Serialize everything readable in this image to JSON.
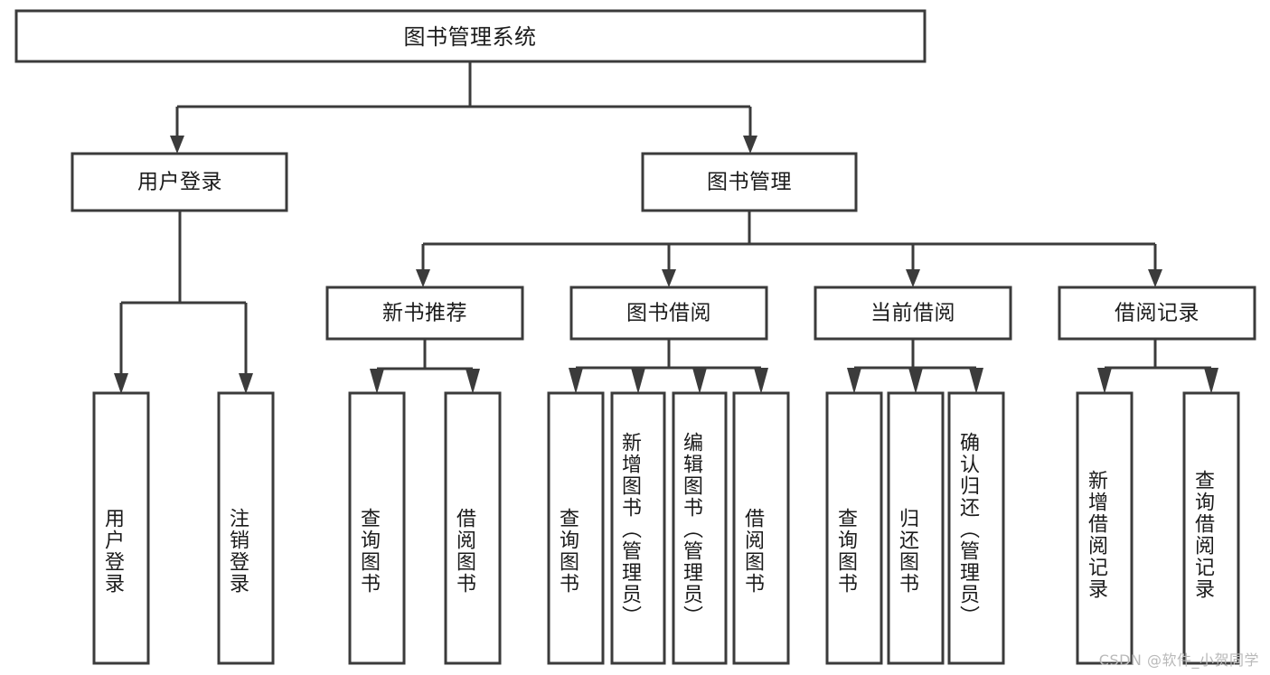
{
  "diagram": {
    "title": "图书管理系统",
    "type": "tree",
    "watermark": "CSDN @软件_小贺同学",
    "colors": {
      "stroke": "#3b3b3b",
      "fill": "#ffffff",
      "text": "#1b1b1b",
      "watermark": "#b9b9b9",
      "background": "#ffffff"
    },
    "root": {
      "label": "图书管理系统"
    },
    "level2": [
      {
        "label": "用户登录"
      },
      {
        "label": "图书管理"
      }
    ],
    "level3": [
      {
        "label": "新书推荐"
      },
      {
        "label": "图书借阅"
      },
      {
        "label": "当前借阅"
      },
      {
        "label": "借阅记录"
      }
    ],
    "leaves": {
      "user_login": [
        {
          "label": "用户登录"
        },
        {
          "label": "注销登录"
        }
      ],
      "new_book": [
        {
          "label": "查询图书"
        },
        {
          "label": "借阅图书"
        }
      ],
      "borrow": [
        {
          "label": "查询图书"
        },
        {
          "label": "新增图书（管理员）"
        },
        {
          "label": "编辑图书（管理员）"
        },
        {
          "label": "借阅图书"
        }
      ],
      "current": [
        {
          "label": "查询图书"
        },
        {
          "label": "归还图书"
        },
        {
          "label": "确认归还（管理员）"
        }
      ],
      "records": [
        {
          "label": "新增借阅记录"
        },
        {
          "label": "查询借阅记录"
        }
      ]
    }
  }
}
